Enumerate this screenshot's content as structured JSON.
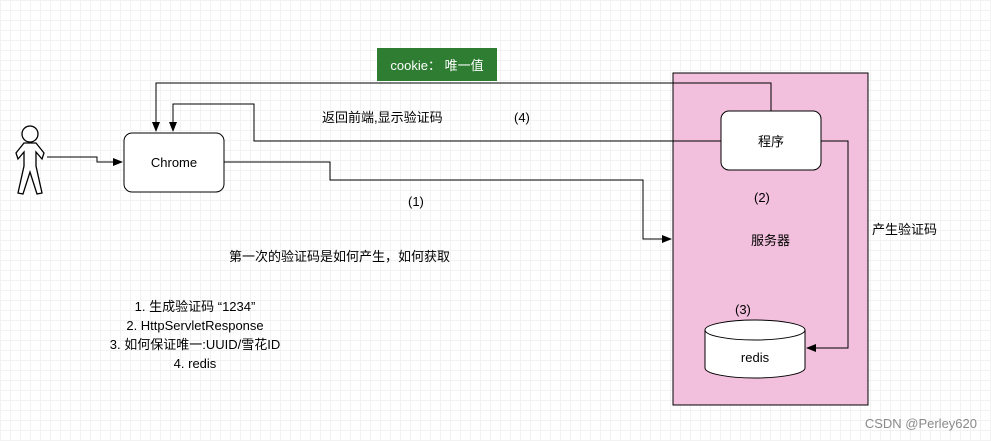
{
  "diagram": {
    "nodes": {
      "browser": "Chrome",
      "program": "程序",
      "server": "服务器",
      "redis": "redis"
    },
    "cookie_label": "cookie：  唯一值",
    "edge_labels": {
      "return_frontend": "返回前端,显示验证码",
      "step4": "(4)",
      "step1": "(1)",
      "step2": "(2)",
      "step3": "(3)",
      "generate_code": "产生验证码"
    },
    "question": "第一次的验证码是如何产生，如何获取",
    "notes": [
      "1. 生成验证码  “1234”",
      "2.  HttpServletResponse",
      "3. 如何保证唯一:UUID/雪花ID",
      "4. redis"
    ],
    "colors": {
      "server_fill": "#f2c0dc",
      "cookie_fill": "#2e7d32",
      "stroke": "#000000"
    }
  },
  "watermark": "CSDN @Perley620"
}
